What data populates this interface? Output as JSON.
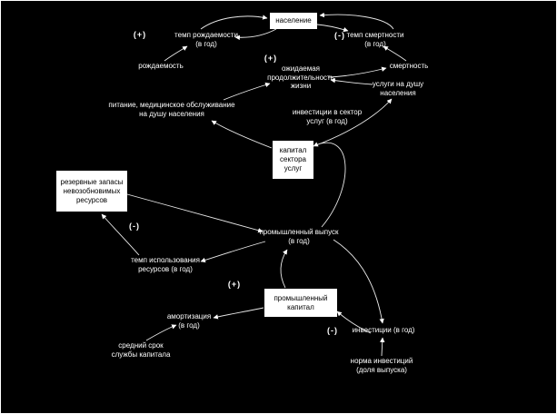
{
  "diagram": {
    "background_color": "#000000",
    "ink_color": "#ffffff",
    "box_fill_color": "#ffffff",
    "box_text_color": "#000000",
    "boxes": [
      {
        "id": "population",
        "label": "население"
      },
      {
        "id": "service-capital",
        "label": "капитал\nсектора\nуслуг"
      },
      {
        "id": "resource-reserves",
        "label": "резервные запасы\nневозобновимых\nресурсов"
      },
      {
        "id": "industrial-capital",
        "label": "промышленный\nкапитал"
      }
    ],
    "labels": [
      {
        "id": "birth-rate",
        "text": "темп рождаемости\n(в год)"
      },
      {
        "id": "death-rate",
        "text": "темп смертности\n(в год)"
      },
      {
        "id": "fertility",
        "text": "рождаемость"
      },
      {
        "id": "mortality",
        "text": "смертность"
      },
      {
        "id": "life-expectancy",
        "text": "ожидаемая\nпродолжительность\nжизни"
      },
      {
        "id": "services-per-capita",
        "text": "услуги на душу\nнаселения"
      },
      {
        "id": "food-medical",
        "text": "питание, медицинское обслуживание\nна душу населения"
      },
      {
        "id": "service-investment",
        "text": "инвестиции в сектор\nуслуг (в год)"
      },
      {
        "id": "industrial-output",
        "text": "промышленный выпуск\n(в год)"
      },
      {
        "id": "resource-use",
        "text": "темп использования\nресурсов (в год)"
      },
      {
        "id": "depreciation",
        "text": "амортизация\n(в год)"
      },
      {
        "id": "capital-lifetime",
        "text": "средний срок\nслужбы капитала"
      },
      {
        "id": "investment",
        "text": "инвестиции (в год)"
      },
      {
        "id": "investment-rate",
        "text": "норма инвестиций\n(доля выпуска)"
      }
    ],
    "signs": [
      {
        "id": "birth-loop",
        "text": "(+)"
      },
      {
        "id": "death-loop",
        "text": "(-)"
      },
      {
        "id": "services-link",
        "text": "(+)"
      },
      {
        "id": "resource-loop",
        "text": "(-)"
      },
      {
        "id": "investment-loop",
        "text": "(+)"
      },
      {
        "id": "depreciation-loop",
        "text": "(-)"
      }
    ]
  }
}
